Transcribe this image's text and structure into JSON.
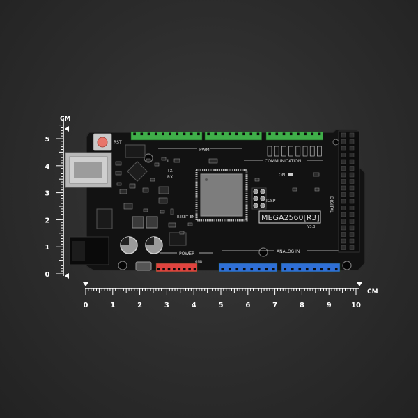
{
  "ruler": {
    "unit": "CM",
    "horizontal_ticks": [
      "0",
      "1",
      "2",
      "3",
      "4",
      "5",
      "6",
      "7",
      "8",
      "9",
      "10"
    ],
    "vertical_ticks": [
      "0",
      "1",
      "2",
      "3",
      "4",
      "5"
    ]
  },
  "board": {
    "model_label": "MEGA2560[R3]",
    "version": "V3.3",
    "labels": {
      "pwm": "PWM",
      "communication": "COMMUNICATION",
      "power": "POWER",
      "analog_in": "ANALOG IN",
      "digital": "DIGITAL",
      "icsp": "ICSP",
      "rst": "RST",
      "reset_en": "RESET_EN",
      "led_l": "L",
      "led_tx": "TX",
      "led_rx": "RX",
      "led_on": "ON",
      "gnd": "GND"
    },
    "colors": {
      "pcb": "#111111",
      "header_green": "#3fae49",
      "header_blue": "#2f6fd6",
      "header_red": "#e0433f",
      "header_black": "#0d0d0d"
    }
  }
}
